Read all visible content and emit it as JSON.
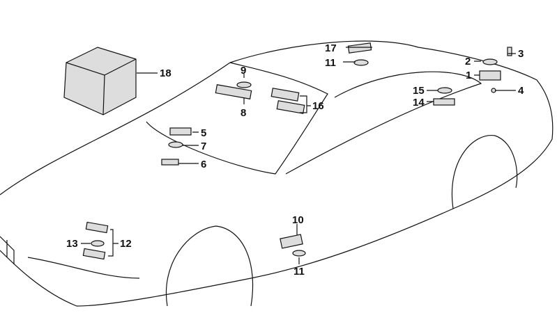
{
  "diagram": {
    "labels": [
      {
        "id": "l17",
        "text": "17"
      },
      {
        "id": "l11a",
        "text": "11"
      },
      {
        "id": "l2",
        "text": "2"
      },
      {
        "id": "l3",
        "text": "3"
      },
      {
        "id": "l1",
        "text": "1"
      },
      {
        "id": "l4",
        "text": "4"
      },
      {
        "id": "l9",
        "text": "9"
      },
      {
        "id": "l8",
        "text": "8"
      },
      {
        "id": "l16",
        "text": "16"
      },
      {
        "id": "l15",
        "text": "15"
      },
      {
        "id": "l14",
        "text": "14"
      },
      {
        "id": "l5",
        "text": "5"
      },
      {
        "id": "l7",
        "text": "7"
      },
      {
        "id": "l6",
        "text": "6"
      },
      {
        "id": "l18",
        "text": "18"
      },
      {
        "id": "l10",
        "text": "10"
      },
      {
        "id": "l11b",
        "text": "11"
      },
      {
        "id": "l13",
        "text": "13"
      },
      {
        "id": "l12",
        "text": "12"
      }
    ]
  }
}
